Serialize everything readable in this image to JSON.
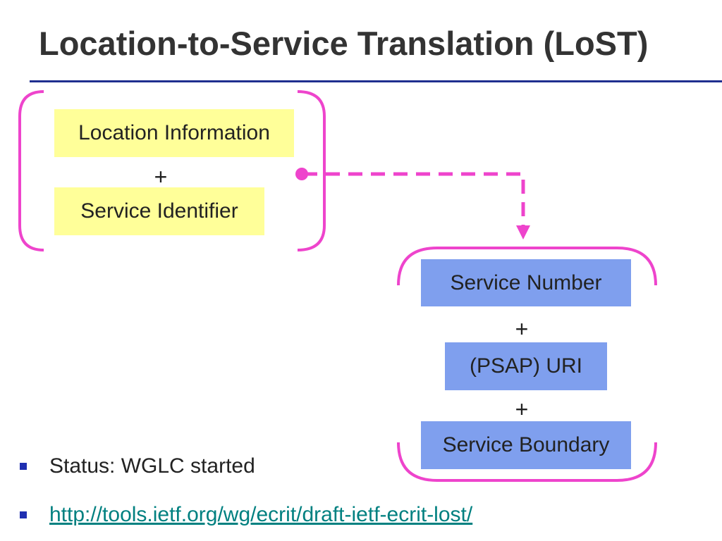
{
  "title": "Location-to-Service Translation (LoST)",
  "colors": {
    "bracket": "#ee44cc",
    "input_box": "#ffff99",
    "output_box": "#7f9fee",
    "title_rule": "#1f2f8f",
    "link": "#008080"
  },
  "input": {
    "location_label": "Location Information",
    "plus": "+",
    "service_label": "Service Identifier"
  },
  "output": {
    "number_label": "Service Number",
    "plus1": "+",
    "uri_label": "(PSAP) URI",
    "plus2": "+",
    "boundary_label": "Service Boundary"
  },
  "bullets": [
    {
      "text": "Status: WGLC started"
    },
    {
      "text": "http://tools.ietf.org/wg/ecrit/draft-ietf-ecrit-lost/"
    }
  ]
}
